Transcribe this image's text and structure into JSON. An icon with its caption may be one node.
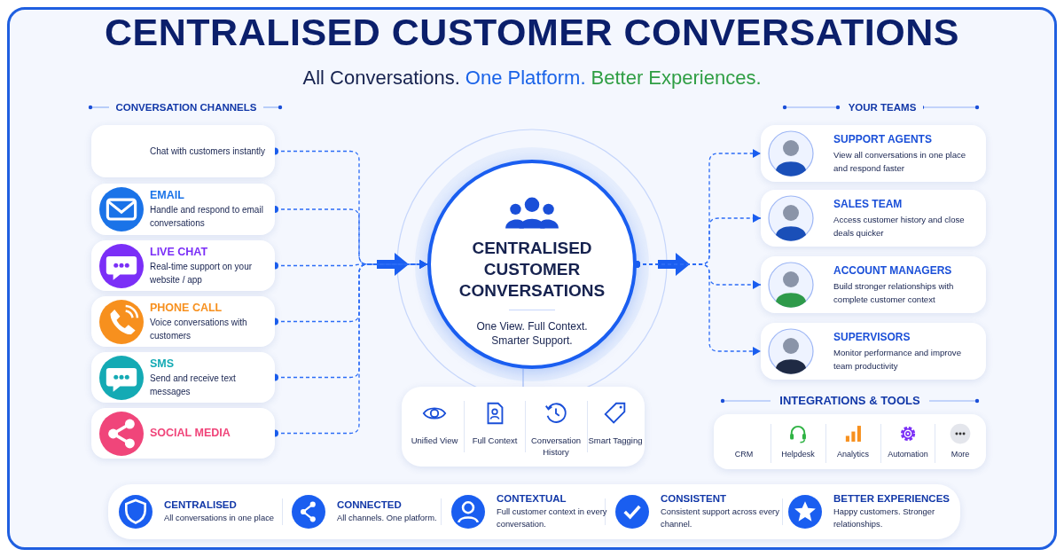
{
  "diagram": {
    "title": "CENTRALISED CUSTOMER CONVERSATIONS",
    "nodes": [
      {
        "text": [
          "Chat with customers instantly"
        ]
      },
      {
        "text": [
          "EMAIL",
          "Handle and respond to email conversations"
        ]
      },
      {
        "text": [
          "LIVE CHAT",
          "Real-time support on your website / app"
        ]
      },
      {
        "text": [
          "PHONE CALL",
          "Voice conversations with customers"
        ]
      },
      {
        "text": [
          "SMS",
          "Send and receive text messages"
        ]
      },
      {
        "text": [
          "SOCIAL MEDIA"
        ]
      },
      {
        "text": [
          "CENTRALISED CUSTOMER CONVERSATIONS",
          "One View. Full Context. Smarter Support."
        ]
      },
      {
        "text": [
          "SUPPORT AGENTS",
          "View all conversations in one place and respond faster"
        ]
      },
      {
        "text": [
          "SALES TEAM",
          "Access customer history and close deals quicker"
        ]
      },
      {
        "text": [
          "ACCOUNT MANAGERS",
          "Build stronger relationships with complete customer context"
        ]
      },
      {
        "text": [
          "SUPERVISORS",
          "Monitor performance and improve team productivity"
        ]
      },
      {
        "text": [],
        "shape": "box"
      },
      {
        "text": [
          "Unified View"
        ],
        "in": 11
      },
      {
        "text": [
          "Full Context"
        ],
        "in": 11
      },
      {
        "text": [
          "Conversation History"
        ],
        "in": 11
      },
      {
        "text": [
          "Smart Tagging"
        ],
        "in": 11
      },
      {
        "text": [
          "INTEGRATIONS & TOOLS"
        ]
      },
      {
        "text": [
          "CRM"
        ],
        "in": 16
      },
      {
        "text": [
          "Helpdesk"
        ],
        "in": 16
      },
      {
        "text": [
          "Analytics"
        ],
        "in": 16
      },
      {
        "text": [
          "Automation"
        ],
        "in": 16
      },
      {
        "text": [
          "More"
        ],
        "in": 16
      },
      {
        "text": [],
        "shape": "box"
      },
      {
        "text": [
          "CENTRALISED",
          "All conversations in one place"
        ],
        "in": 22
      },
      {
        "text": [
          "CONNECTED",
          "All channels. One platform."
        ],
        "in": 22
      },
      {
        "text": [
          "CONTEXTUAL",
          "Full customer context in every conversation."
        ],
        "in": 22
      },
      {
        "text": [
          "CONSISTENT",
          "Consistent support across every channel."
        ],
        "in": 22
      },
      {
        "text": [
          "BETTER EXPERIENCES",
          "Happy customers. Stronger relationships."
        ],
        "in": 22
      }
    ],
    "edges": [
      {
        "from": 0,
        "to": 6,
        "arrow": "to",
        "style": "dashed"
      },
      {
        "from": 1,
        "to": 6,
        "arrow": "to",
        "style": "dashed"
      },
      {
        "from": 2,
        "to": 6,
        "arrow": "to",
        "style": "dashed"
      },
      {
        "from": 3,
        "to": 6,
        "arrow": "to",
        "style": "dashed"
      },
      {
        "from": 4,
        "to": 6,
        "arrow": "to",
        "style": "dashed"
      },
      {
        "from": 5,
        "to": 6,
        "arrow": "to",
        "style": "dashed"
      },
      {
        "from": 6,
        "to": 7,
        "arrow": "to",
        "style": "dashed"
      },
      {
        "from": 6,
        "to": 8,
        "arrow": "to",
        "style": "dashed"
      },
      {
        "from": 6,
        "to": 9,
        "arrow": "to",
        "style": "dashed"
      },
      {
        "from": 6,
        "to": 10,
        "arrow": "to",
        "style": "dashed"
      },
      {
        "from": 6,
        "to": 11,
        "arrow": "none",
        "color": "#a9c1f7"
      }
    ],
    "labels": [
      "All Conversations.",
      "One Platform.",
      "Better Experiences.",
      "CONVERSATION CHANNELS",
      "YOUR TEAMS"
    ]
  }
}
